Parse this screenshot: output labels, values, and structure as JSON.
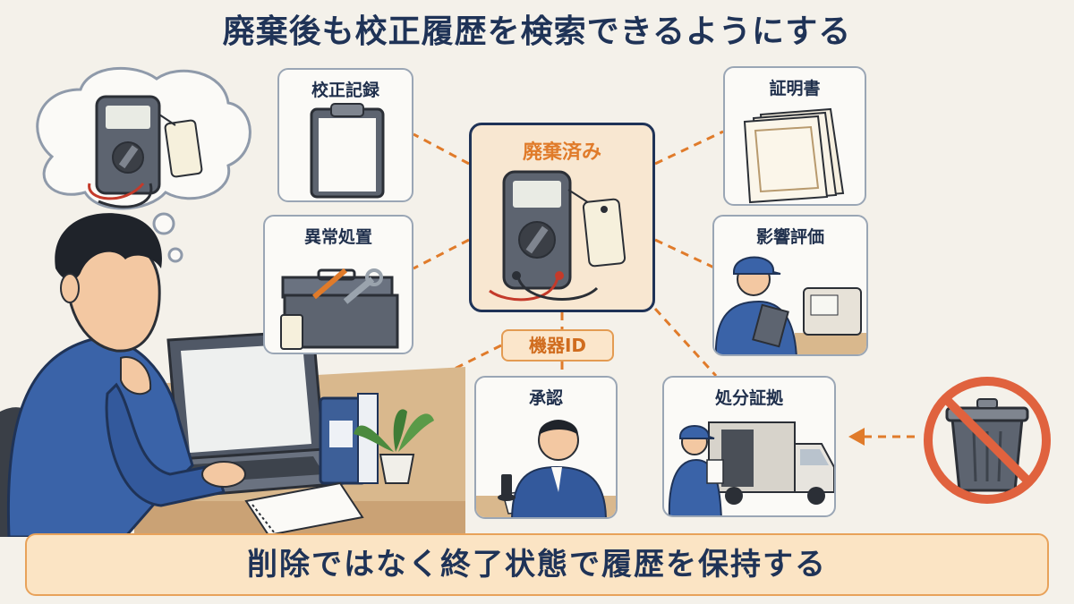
{
  "title": "廃棄後も校正履歴を検索できるようにする",
  "center": {
    "label": "廃棄済み"
  },
  "id_tag": "機器ID",
  "cards": {
    "calibration_record": "校正記録",
    "anomaly_handling": "異常処置",
    "certificate": "証明書",
    "impact_assessment": "影響評価",
    "approval": "承認",
    "disposal_evidence": "処分証拠"
  },
  "bottom_banner": "削除ではなく終了状態で履歴を保持する",
  "colors": {
    "navy": "#1f3357",
    "orange": "#e07b2a",
    "banner_fill": "#fbe4c4",
    "prohibited_red": "#e0623e"
  }
}
